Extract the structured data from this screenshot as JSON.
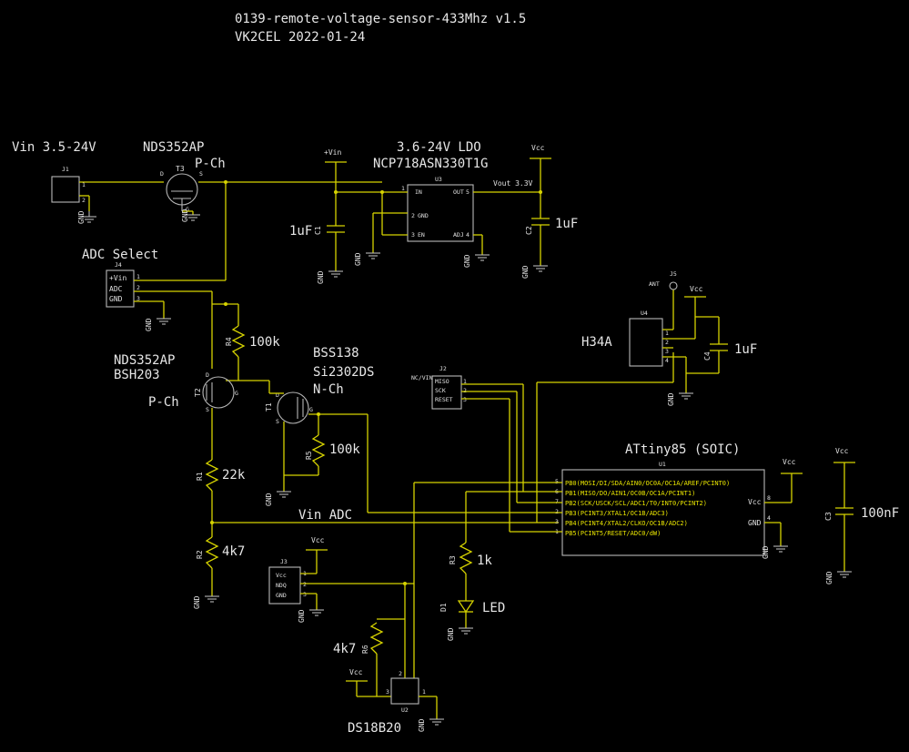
{
  "title": {
    "line1": "0139-remote-voltage-sensor-433Mhz  v1.5",
    "line2": "VK2CEL 2022-01-24"
  },
  "labels": {
    "vin_range": "Vin 3.5-24V",
    "t3_part": "NDS352AP",
    "t3_type": "P-Ch",
    "ldo_range": "3.6-24V LDO",
    "ldo_part": "NCP718ASN330T1G",
    "vout": "Vout 3.3V",
    "vin_rail": "+Vin",
    "vcc": "Vcc",
    "adc_select": "ADC Select",
    "t2_part1": "NDS352AP",
    "t2_part2": "BSH203",
    "t2_type": "P-Ch",
    "t1_part1": "BSS138",
    "t1_part2": "Si2302DS",
    "t1_type": "N-Ch",
    "vin_adc": "Vin ADC",
    "h34a": "H34A",
    "attiny": "ATtiny85 (SOIC)",
    "ds18b20": "DS18B20",
    "led": "LED",
    "gnd": "GND",
    "ant": "ANT"
  },
  "refs": {
    "J1": "J1",
    "J2": "J2",
    "J3": "J3",
    "J4": "J4",
    "J5": "J5",
    "T1": "T1",
    "T2": "T2",
    "T3": "T3",
    "U1": "U1",
    "U2": "U2",
    "U3": "U3",
    "U4": "U4",
    "R1": "R1",
    "R2": "R2",
    "R3": "R3",
    "R4": "R4",
    "R5": "R5",
    "R6": "R6",
    "C1": "C1",
    "C2": "C2",
    "C3": "C3",
    "C4": "C4",
    "D1": "D1"
  },
  "values": {
    "C1": "1uF",
    "C2": "1uF",
    "C3": "100nF",
    "C4": "1uF",
    "R1": "22k",
    "R2": "4k7",
    "R3": "1k",
    "R4": "100k",
    "R5": "100k",
    "R6": "4k7"
  },
  "j4_pins": [
    "+Vin",
    "ADC",
    "GND"
  ],
  "j2_pins": [
    "MISO",
    "SCK",
    "RESET"
  ],
  "j2_side": "NC/VIN",
  "j3_pins": [
    "Vcc",
    "NDQ",
    "GND"
  ],
  "u3_pins": [
    "IN",
    "GND",
    "EN",
    "OUT",
    "ADJ"
  ],
  "u1_pins": [
    "PB0(MOSI/DI/SDA/AIN0/OC0A/OC1A/AREF/PCINT0)",
    "PB1(MISO/DO/AIN1/OC0B/OC1A/PCINT1)",
    "PB2(SCK/USCK/SCL/ADC1/T0/INT0/PCINT2)",
    "PB3(PCINT3/XTAL1/OC1B/ADC3)",
    "PB4(PCINT4/XTAL2/CLKO/OC1B/ADC2)",
    "PB5(PCINT5/RESET/ADC0/dW)"
  ],
  "u1_pin_numbers": [
    "5",
    "6",
    "7",
    "2",
    "3",
    "1"
  ],
  "u1_power_pins": [
    "Vcc",
    "GND"
  ]
}
